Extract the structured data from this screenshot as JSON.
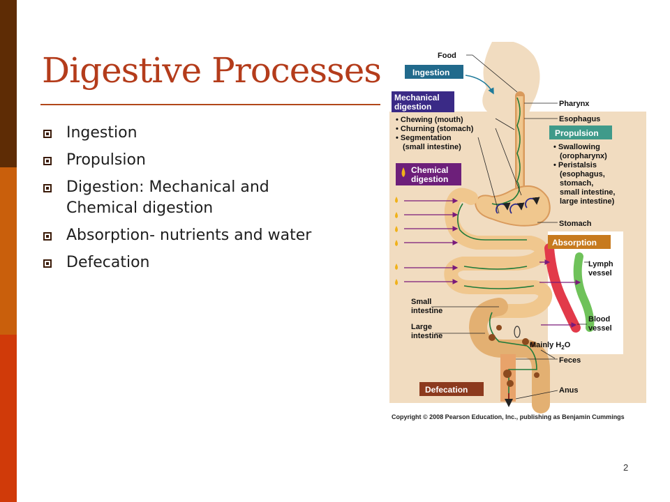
{
  "slide": {
    "title": "Digestive Processes",
    "bullets": [
      "Ingestion",
      "Propulsion",
      "Digestion:  Mechanical and Chemical digestion",
      "Absorption- nutrients and water",
      "Defecation"
    ],
    "page_number": "2"
  },
  "figure": {
    "labels": {
      "food": "Food",
      "pharynx": "Pharynx",
      "esophagus": "Esophagus",
      "stomach": "Stomach",
      "lymph_vessel_1": "Lymph",
      "lymph_vessel_2": "vessel",
      "small_intestine_1": "Small",
      "small_intestine_2": "intestine",
      "large_intestine_1": "Large",
      "large_intestine_2": "intestine",
      "blood_vessel_1": "Blood",
      "blood_vessel_2": "vessel",
      "mainly_h2o": "Mainly H",
      "h2o_sub": "2",
      "h2o_o": "O",
      "feces": "Feces",
      "anus": "Anus"
    },
    "boxes": {
      "ingestion": "Ingestion",
      "mechanical_1": "Mechanical",
      "mechanical_2": "digestion",
      "chemical_1": "Chemical",
      "chemical_2": "digestion",
      "propulsion": "Propulsion",
      "absorption": "Absorption",
      "defecation": "Defecation"
    },
    "mechanical_items": [
      "• Chewing (mouth)",
      "• Churning (stomach)",
      "• Segmentation",
      "(small intestine)"
    ],
    "propulsion_items": [
      "• Swallowing",
      "(oropharynx)",
      "• Peristalsis",
      "(esophagus,",
      "stomach,",
      "small intestine,",
      "large intestine)"
    ],
    "copyright": "Copyright © 2008 Pearson Education, Inc., publishing as Benjamin Cummings",
    "colors": {
      "ingestion_box": "#216a8c",
      "mechanical_box": "#3a2a86",
      "chemical_box": "#6d1f7a",
      "propulsion_box": "#3f9a8a",
      "absorption_box": "#c77a1e",
      "defecation_box": "#8c3a1e"
    }
  }
}
